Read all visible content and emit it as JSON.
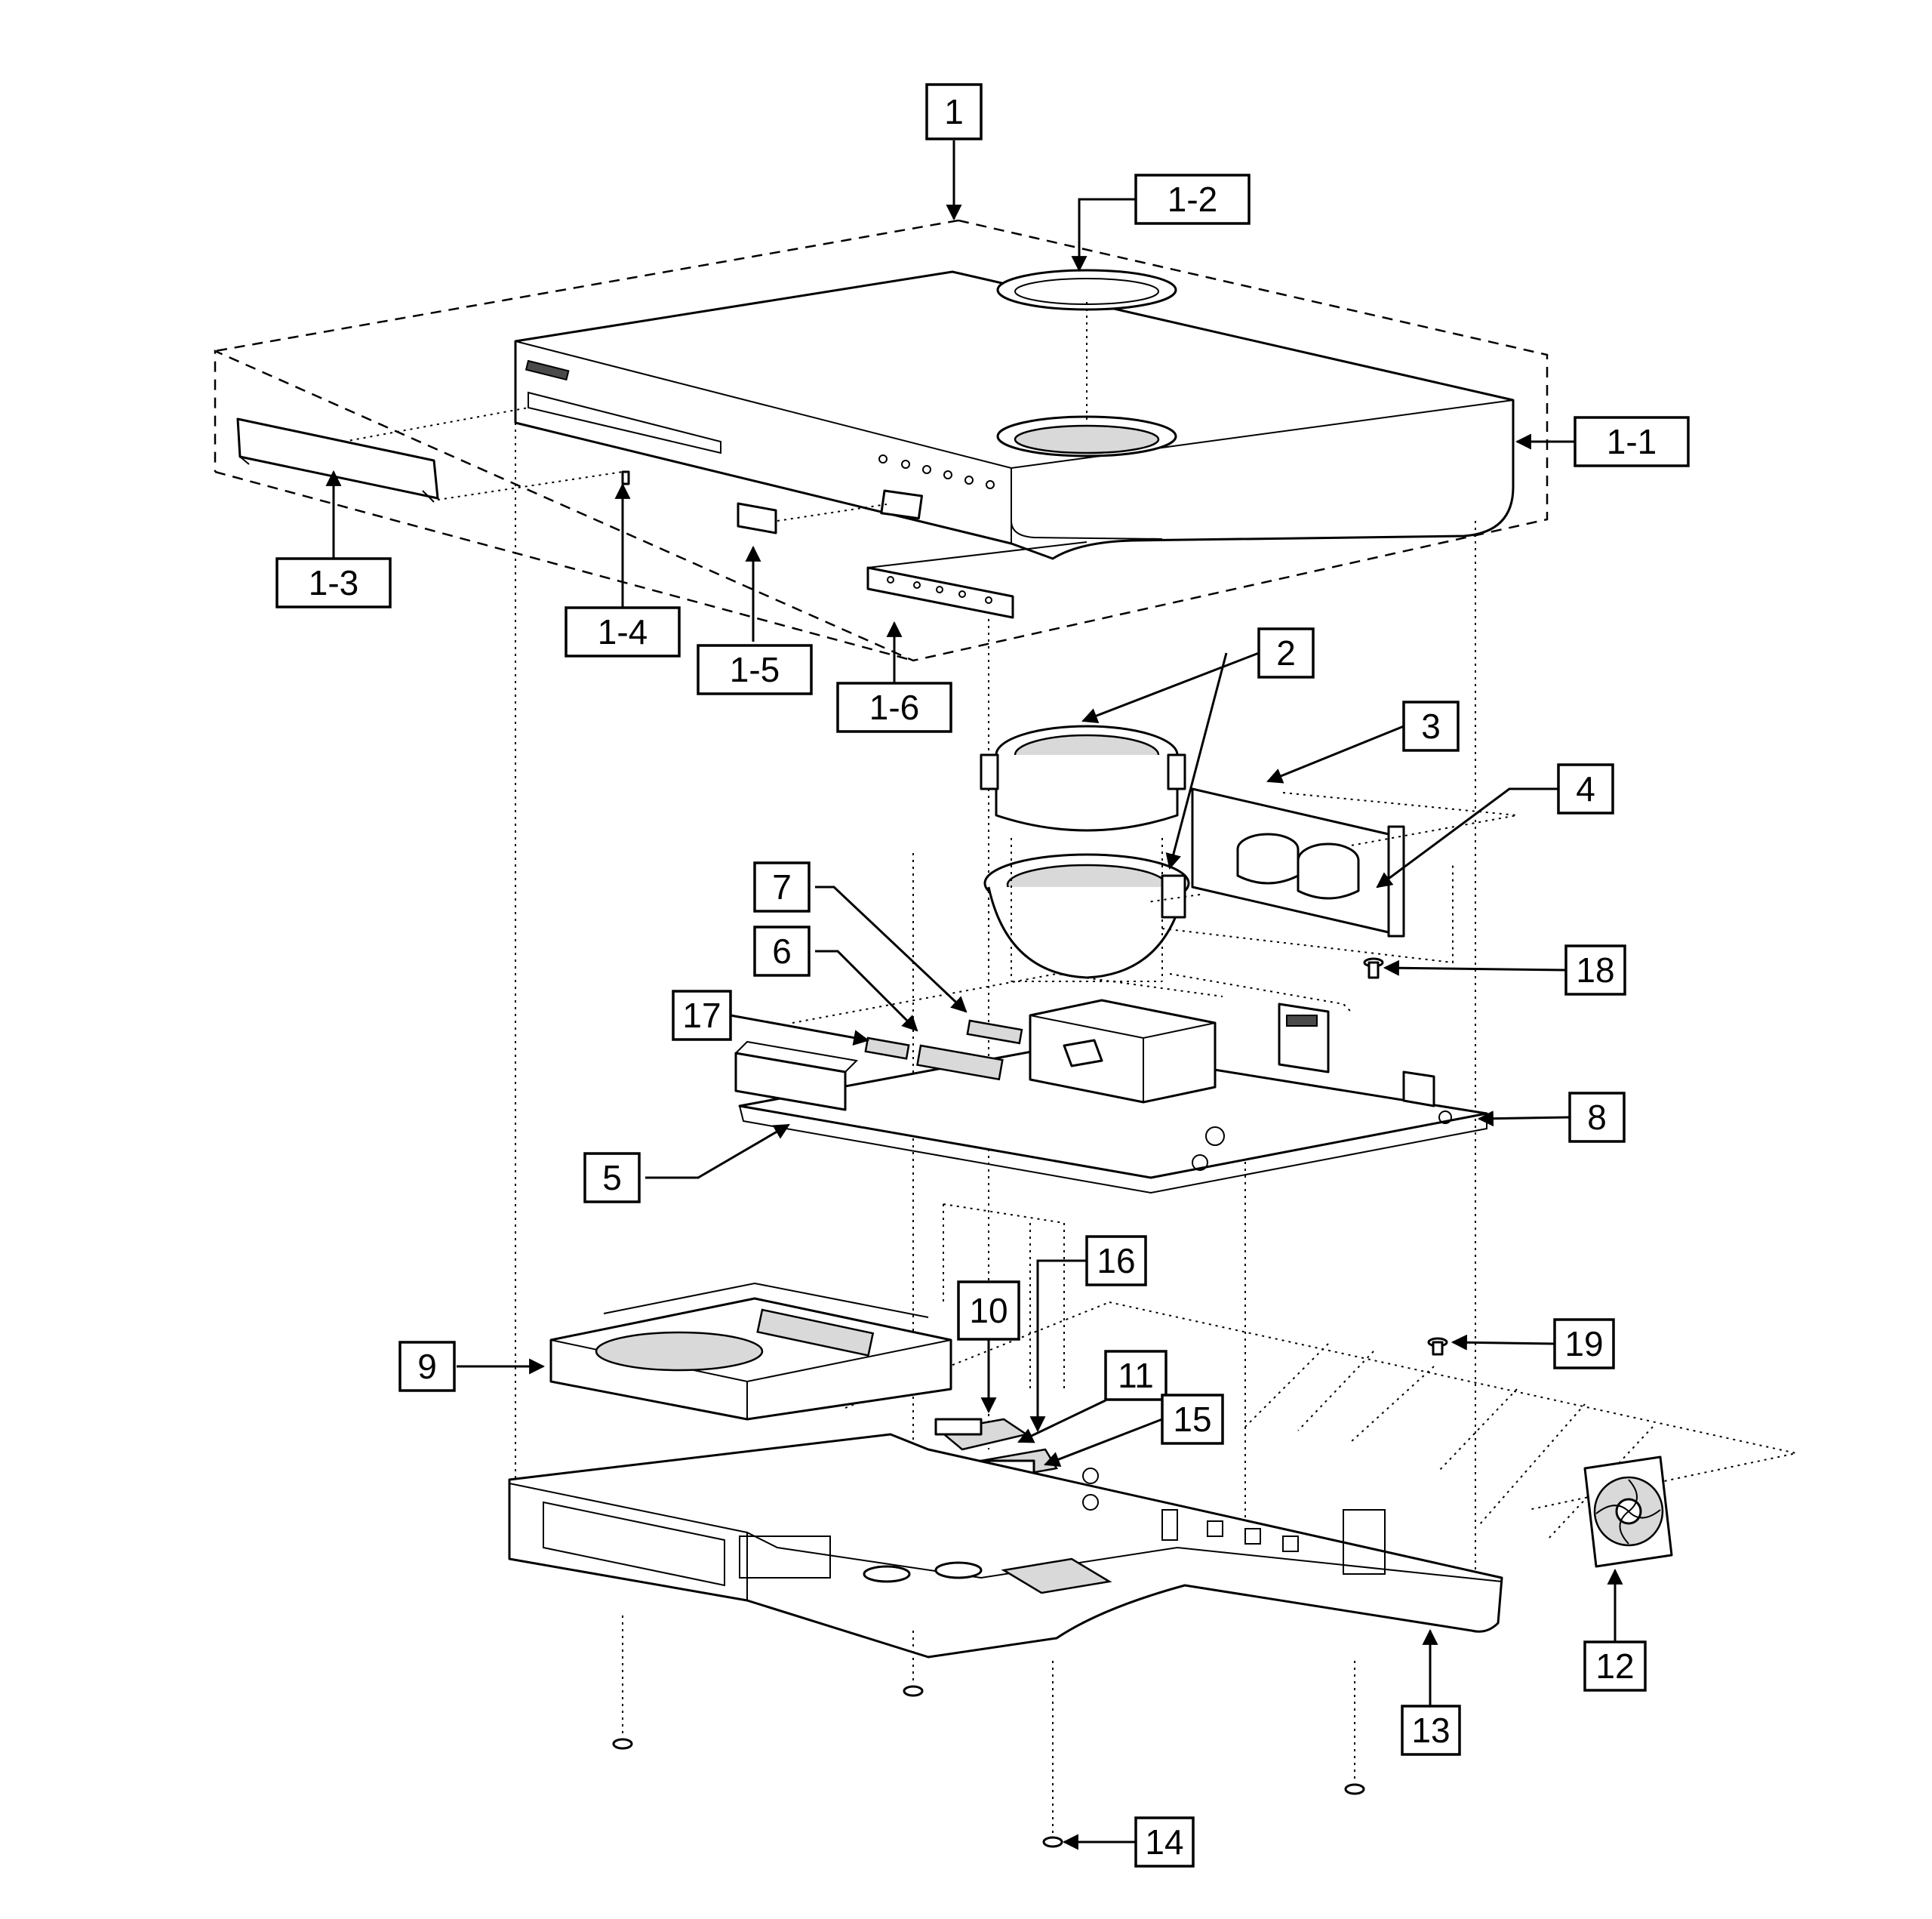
{
  "callouts": [
    {
      "label": "1"
    },
    {
      "label": "1-2"
    },
    {
      "label": "1-1"
    },
    {
      "label": "1-3"
    },
    {
      "label": "1-4"
    },
    {
      "label": "1-5"
    },
    {
      "label": "1-6"
    },
    {
      "label": "2"
    },
    {
      "label": "3"
    },
    {
      "label": "4"
    },
    {
      "label": "7"
    },
    {
      "label": "6"
    },
    {
      "label": "17"
    },
    {
      "label": "18"
    },
    {
      "label": "8"
    },
    {
      "label": "5"
    },
    {
      "label": "16"
    },
    {
      "label": "10"
    },
    {
      "label": "11"
    },
    {
      "label": "15"
    },
    {
      "label": "9"
    },
    {
      "label": "19"
    },
    {
      "label": "12"
    },
    {
      "label": "13"
    },
    {
      "label": "14"
    }
  ]
}
